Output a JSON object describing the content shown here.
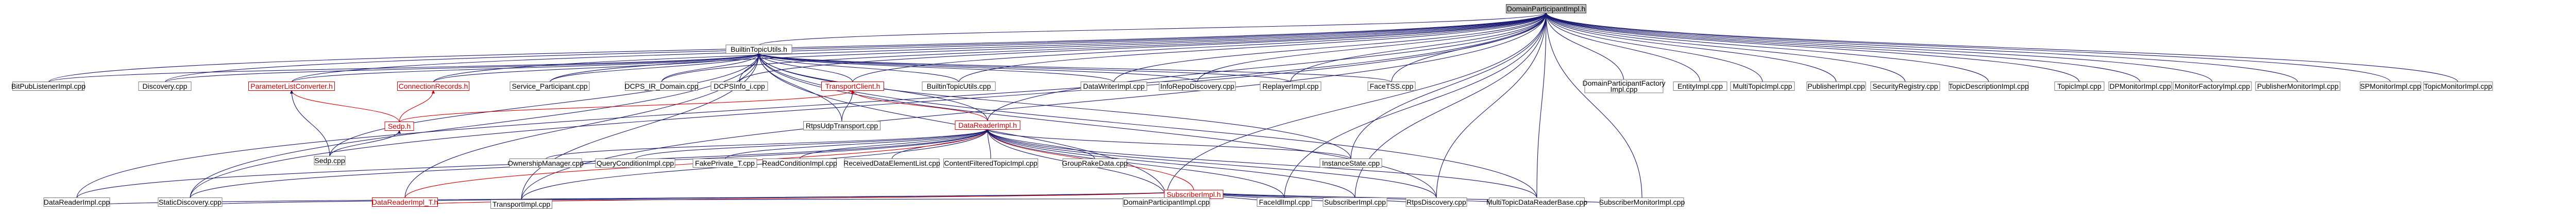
{
  "nodes": [
    {
      "id": "root",
      "label": "DomainParticipantImpl.h",
      "style": "root",
      "link": false
    },
    {
      "id": "builtin_h",
      "label": "BuiltinTopicUtils.h",
      "style": "normal",
      "link": true
    },
    {
      "id": "bitpub",
      "label": "BitPubListenerImpl.cpp",
      "style": "normal",
      "link": true
    },
    {
      "id": "discovery",
      "label": "Discovery.cpp",
      "style": "normal",
      "link": true
    },
    {
      "id": "paramconv_h",
      "label": "ParameterListConverter.h",
      "style": "red",
      "link": true
    },
    {
      "id": "connrec_h",
      "label": "ConnectionRecords.h",
      "style": "red",
      "link": true
    },
    {
      "id": "service_part",
      "label": "Service_Participant.cpp",
      "style": "normal",
      "link": true
    },
    {
      "id": "dcps_ir",
      "label": "DCPS_IR_Domain.cpp",
      "style": "normal",
      "link": true
    },
    {
      "id": "dcpsinfo",
      "label": "DCPSInfo_i.cpp",
      "style": "normal",
      "link": true
    },
    {
      "id": "transclient_h",
      "label": "TransportClient.h",
      "style": "red",
      "link": true
    },
    {
      "id": "builtin_cpp",
      "label": "BuiltinTopicUtils.cpp",
      "style": "normal",
      "link": true
    },
    {
      "id": "datawriter",
      "label": "DataWriterImpl.cpp",
      "style": "normal",
      "link": true
    },
    {
      "id": "inforepo",
      "label": "InfoRepoDiscovery.cpp",
      "style": "normal",
      "link": true
    },
    {
      "id": "replayer",
      "label": "ReplayerImpl.cpp",
      "style": "normal",
      "link": true
    },
    {
      "id": "facetss",
      "label": "FaceTSS.cpp",
      "style": "normal",
      "link": true
    },
    {
      "id": "dpfactory",
      "label": "DomainParticipantFactory\nImpl.cpp",
      "style": "normal",
      "link": true
    },
    {
      "id": "entity",
      "label": "EntityImpl.cpp",
      "style": "normal",
      "link": true
    },
    {
      "id": "multitopic",
      "label": "MultiTopicImpl.cpp",
      "style": "normal",
      "link": true
    },
    {
      "id": "publisher",
      "label": "PublisherImpl.cpp",
      "style": "normal",
      "link": true
    },
    {
      "id": "security",
      "label": "SecurityRegistry.cpp",
      "style": "normal",
      "link": true
    },
    {
      "id": "topicdesc",
      "label": "TopicDescriptionImpl.cpp",
      "style": "normal",
      "link": true
    },
    {
      "id": "topic",
      "label": "TopicImpl.cpp",
      "style": "normal",
      "link": true
    },
    {
      "id": "dpmonitor",
      "label": "DPMonitorImpl.cpp",
      "style": "normal",
      "link": true
    },
    {
      "id": "monfactory",
      "label": "MonitorFactoryImpl.cpp",
      "style": "normal",
      "link": true
    },
    {
      "id": "pubmonitor",
      "label": "PublisherMonitorImpl.cpp",
      "style": "normal",
      "link": true
    },
    {
      "id": "spmonitor",
      "label": "SPMonitorImpl.cpp",
      "style": "normal",
      "link": true
    },
    {
      "id": "topicmonitor",
      "label": "TopicMonitorImpl.cpp",
      "style": "normal",
      "link": true
    },
    {
      "id": "sedp_h",
      "label": "Sedp.h",
      "style": "red",
      "link": true
    },
    {
      "id": "sedp_cpp",
      "label": "Sedp.cpp",
      "style": "normal",
      "link": true
    },
    {
      "id": "rtpsudp",
      "label": "RtpsUdpTransport.cpp",
      "style": "normal",
      "link": true
    },
    {
      "id": "datareader_h",
      "label": "DataReaderImpl.h",
      "style": "red",
      "link": true
    },
    {
      "id": "ownership",
      "label": "OwnershipManager.cpp",
      "style": "normal",
      "link": true
    },
    {
      "id": "querycond",
      "label": "QueryConditionImpl.cpp",
      "style": "normal",
      "link": true
    },
    {
      "id": "fakeprivate",
      "label": "FakePrivate_T.cpp",
      "style": "normal",
      "link": true
    },
    {
      "id": "readcond",
      "label": "ReadConditionImpl.cpp",
      "style": "normal",
      "link": true
    },
    {
      "id": "receiveddata",
      "label": "ReceivedDataElementList.cpp",
      "style": "normal",
      "link": true
    },
    {
      "id": "contentfiltered",
      "label": "ContentFilteredTopicImpl.cpp",
      "style": "normal",
      "link": true
    },
    {
      "id": "groupres",
      "label": "GroupRakeData.cpp",
      "style": "normal",
      "link": true
    },
    {
      "id": "subscriber_h",
      "label": "SubscriberImpl.h",
      "style": "red",
      "link": true
    },
    {
      "id": "instancestate",
      "label": "InstanceState.cpp",
      "style": "normal",
      "link": true
    },
    {
      "id": "datareader_cpp",
      "label": "DataReaderImpl.cpp",
      "style": "normal",
      "link": true
    },
    {
      "id": "staticdiscovery",
      "label": "StaticDiscovery.cpp",
      "style": "normal",
      "link": true
    },
    {
      "id": "datareader_t",
      "label": "DataReaderImpl_T.h",
      "style": "red",
      "link": true
    },
    {
      "id": "transportimpl",
      "label": "TransportImpl.cpp",
      "style": "normal",
      "link": true
    },
    {
      "id": "dpimpl_cpp",
      "label": "DomainParticipantImpl.cpp",
      "style": "normal",
      "link": true
    },
    {
      "id": "faceidl",
      "label": "FaceIdlImpl.cpp",
      "style": "normal",
      "link": true
    },
    {
      "id": "subscriber_cpp",
      "label": "SubscriberImpl.cpp",
      "style": "normal",
      "link": true
    },
    {
      "id": "rtpsdiscovery",
      "label": "RtpsDiscovery.cpp",
      "style": "normal",
      "link": true
    },
    {
      "id": "multitopicbase",
      "label": "MultiTopicDataReaderBase.cpp",
      "style": "normal",
      "link": true
    },
    {
      "id": "submonitor",
      "label": "SubscriberMonitorImpl.cpp",
      "style": "normal",
      "link": true
    }
  ]
}
